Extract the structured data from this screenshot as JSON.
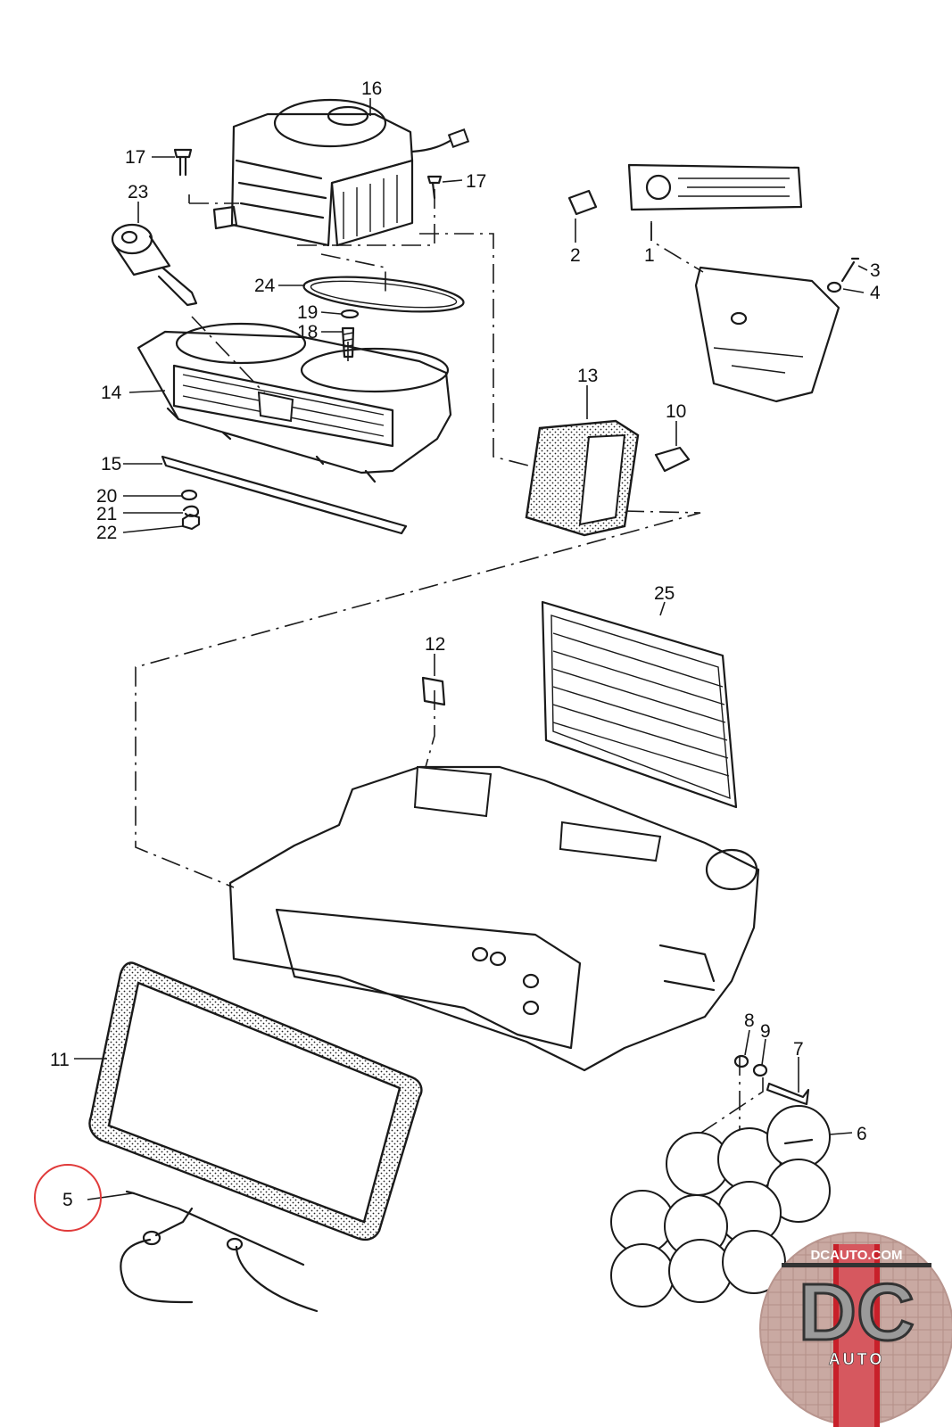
{
  "diagram": {
    "labels": [
      {
        "id": "1",
        "text": "1"
      },
      {
        "id": "2",
        "text": "2"
      },
      {
        "id": "3",
        "text": "3"
      },
      {
        "id": "4",
        "text": "4"
      },
      {
        "id": "5",
        "text": "5"
      },
      {
        "id": "6",
        "text": "6"
      },
      {
        "id": "7",
        "text": "7"
      },
      {
        "id": "8",
        "text": "8"
      },
      {
        "id": "9",
        "text": "9"
      },
      {
        "id": "10",
        "text": "10"
      },
      {
        "id": "11",
        "text": "11"
      },
      {
        "id": "12",
        "text": "12"
      },
      {
        "id": "13",
        "text": "13"
      },
      {
        "id": "14",
        "text": "14"
      },
      {
        "id": "15",
        "text": "15"
      },
      {
        "id": "16",
        "text": "16"
      },
      {
        "id": "17a",
        "text": "17"
      },
      {
        "id": "17b",
        "text": "17"
      },
      {
        "id": "18",
        "text": "18"
      },
      {
        "id": "19",
        "text": "19"
      },
      {
        "id": "20",
        "text": "20"
      },
      {
        "id": "21",
        "text": "21"
      },
      {
        "id": "22",
        "text": "22"
      },
      {
        "id": "23",
        "text": "23"
      },
      {
        "id": "24",
        "text": "24"
      },
      {
        "id": "25",
        "text": "25"
      }
    ],
    "highlighted_part": "5",
    "highlight_color": "#e03a3a"
  },
  "logo": {
    "site": "DCAUTO.COM",
    "monogram": "DC",
    "word": "AUTO",
    "colors": {
      "badge": "#c9a9a2",
      "red": "#c8202a",
      "silver": "#8c8c8c"
    }
  }
}
